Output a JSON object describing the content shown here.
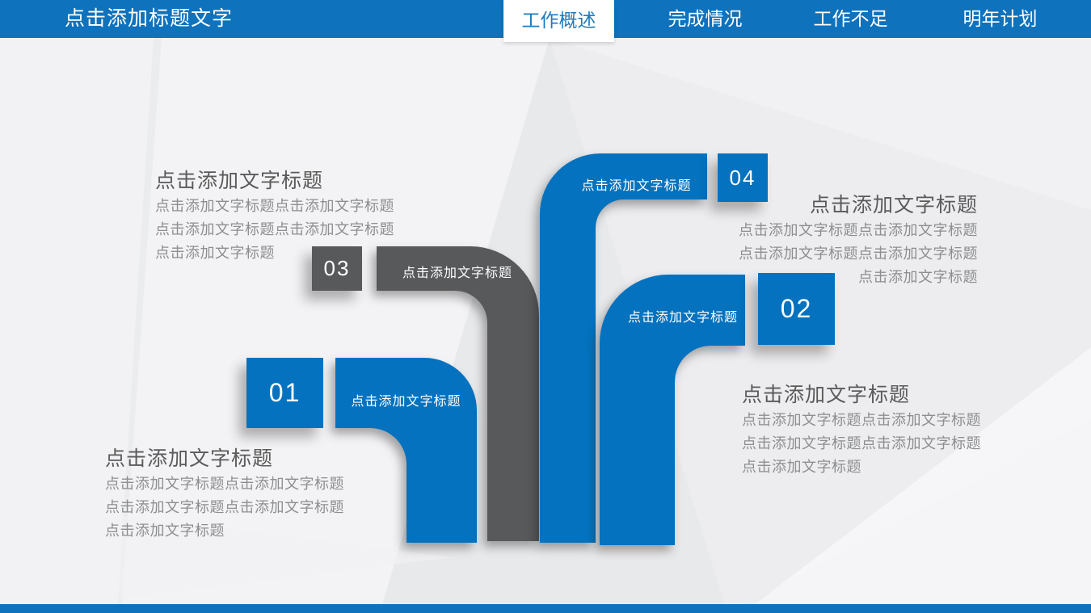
{
  "header": {
    "title": "点击添加标题文字",
    "tabs": [
      {
        "label": "工作概述",
        "active": true
      },
      {
        "label": "完成情况",
        "active": false
      },
      {
        "label": "工作不足",
        "active": false
      },
      {
        "label": "明年计划",
        "active": false
      }
    ]
  },
  "pipes": [
    {
      "number": "01",
      "label": "点击添加文字标题",
      "color": "#0472be"
    },
    {
      "number": "02",
      "label": "点击添加文字标题",
      "color": "#0472be"
    },
    {
      "number": "03",
      "label": "点击添加文字标题",
      "color": "#58595b"
    },
    {
      "number": "04",
      "label": "点击添加文字标题",
      "color": "#0472be"
    }
  ],
  "text_blocks": {
    "top_left": {
      "heading": "点击添加文字标题",
      "lines": [
        "点击添加文字标题点击添加文字标题",
        "点击添加文字标题点击添加文字标题",
        "点击添加文字标题"
      ]
    },
    "top_right": {
      "heading": "点击添加文字标题",
      "lines": [
        "点击添加文字标题点击添加文字标题",
        "点击添加文字标题点击添加文字标题",
        "点击添加文字标题"
      ]
    },
    "bottom_left": {
      "heading": "点击添加文字标题",
      "lines": [
        "点击添加文字标题点击添加文字标题",
        "点击添加文字标题点击添加文字标题",
        "点击添加文字标题"
      ]
    },
    "bottom_right": {
      "heading": "点击添加文字标题",
      "lines": [
        "点击添加文字标题点击添加文字标题",
        "点击添加文字标题点击添加文字标题",
        "点击添加文字标题"
      ]
    }
  },
  "colors": {
    "blue": "#0472be",
    "bar-blue": "#0e72bd",
    "pipe-gray": "#58595b",
    "heading-gray": "#5a5a5a",
    "body-gray": "#8d8e90",
    "bg": "#ebeced"
  }
}
